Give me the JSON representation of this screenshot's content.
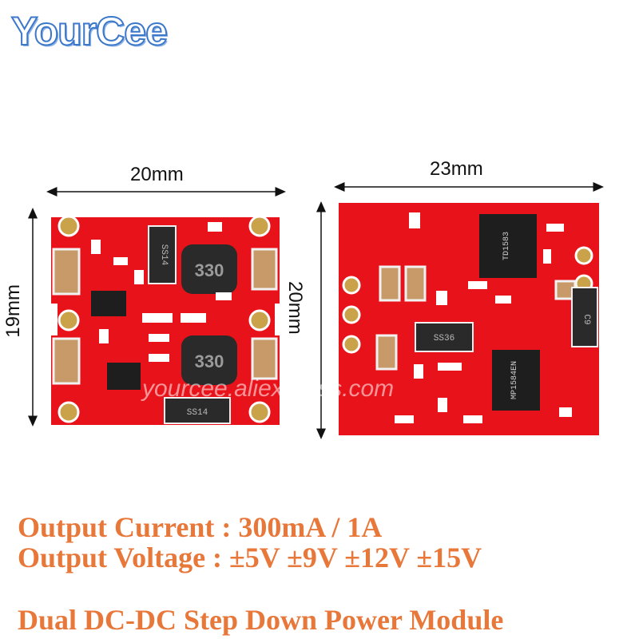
{
  "brand": {
    "logo_text": "YourCee"
  },
  "left_module": {
    "width_label": "20mm",
    "height_label": "19mm"
  },
  "right_module": {
    "width_label": "23mm",
    "height_label": "20mm"
  },
  "watermark": "yourcee.aliexpress.com",
  "specs": {
    "current": "Output Current : 300mA / 1A",
    "voltage": "Output Voltage : ±5V ±9V ±12V ±15V"
  },
  "product_title": "Dual DC-DC Step Down Power Module",
  "component_markings": {
    "inductor_1": "330",
    "inductor_2": "330",
    "diode_left_top": "SS14",
    "diode_left_bottom": "SS14",
    "diode_right_mid": "SS36",
    "diode_right_edge": "C9",
    "ic_right_top": "TD1583",
    "ic_right_bottom": "MP1584EN"
  },
  "colors": {
    "pcb": "#e8121a",
    "spec_text": "#e8773a",
    "logo_stroke": "#3b78c9"
  }
}
